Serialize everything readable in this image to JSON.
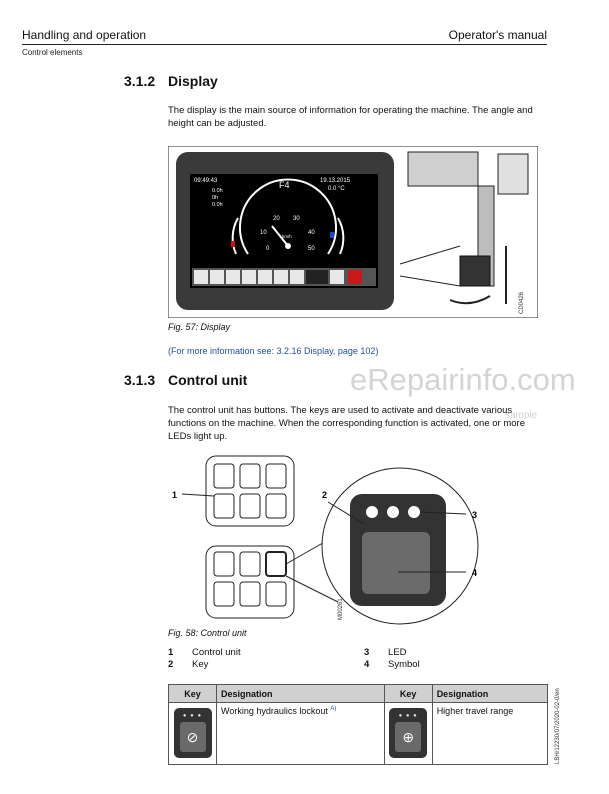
{
  "header": {
    "left": "Handling and operation",
    "right": "Operator's manual",
    "sub": "Control elements"
  },
  "sec1": {
    "num": "3.1.2",
    "title": "Display",
    "para": "The display is the main source of information for operating the machine. The angle and height can be adjusted.",
    "caption": "Fig. 57: Display",
    "link": "(For more information see: 3.2.16 Display, page 102)"
  },
  "screen": {
    "time": "09:49:43",
    "gear": "F4",
    "date": "19.13.2015",
    "temp": "0.0 °C",
    "hours1": "0.0h",
    "hours2": "0h",
    "hours3": "0.0h",
    "scale_10": "10",
    "scale_20": "20",
    "scale_30": "30",
    "scale_40": "40",
    "scale_50": "50",
    "scale_0": "0",
    "unit": "km/h"
  },
  "fig57_code": "CD0426",
  "sec2": {
    "num": "3.1.3",
    "title": "Control unit",
    "para": "The control unit has buttons. The keys are used to activate and deactivate various functions on the machine. When the corresponding function is activated, one or more LEDs light up.",
    "caption": "Fig. 58: Control unit"
  },
  "fig58": {
    "c1": "1",
    "c2": "2",
    "c3": "3",
    "c4": "4",
    "code": "M00261"
  },
  "legend": {
    "n1": "1",
    "l1": "Control unit",
    "n2": "2",
    "l2": "Key",
    "n3": "3",
    "l3": "LED",
    "n4": "4",
    "l4": "Symbol"
  },
  "side_code": "LBH/12230/07/2020-02-0/en",
  "watermark": "eRepairinfo.com",
  "watermark2": "sample",
  "table": {
    "h_key": "Key",
    "h_designation": "Designation",
    "h_key2": "Key",
    "h_designation2": "Designation",
    "row1_desc": "Working hydraulics lockout",
    "row1_sup": "A)",
    "row2_desc": "Higher travel range"
  },
  "colors": {
    "link": "#1f4f9c",
    "screen_bg": "#000000",
    "bezel": "#3a3a3a",
    "key_body": "#333333"
  }
}
